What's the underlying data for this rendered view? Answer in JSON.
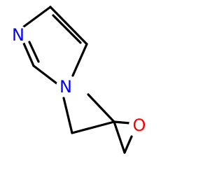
{
  "molecule": {
    "atoms": [
      {
        "id": "N_imine",
        "label": "N",
        "color": "#0000ff"
      },
      {
        "id": "N_attached",
        "label": "N",
        "color": "#0000ff"
      },
      {
        "id": "O_epoxide",
        "label": "O",
        "color": "#ff0000"
      }
    ],
    "bond_color": "#000000"
  }
}
